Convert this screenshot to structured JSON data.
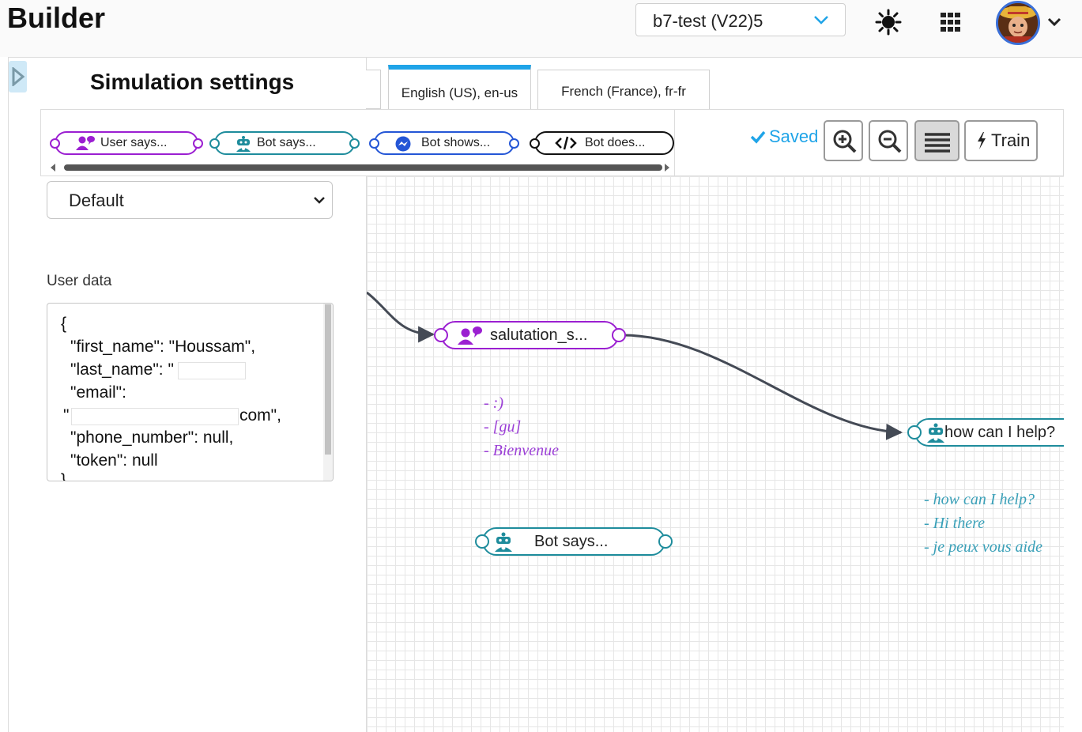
{
  "app": {
    "title": "Builder"
  },
  "header": {
    "bot_version": "b7-test (V22)5"
  },
  "panel": {
    "title": "Simulation settings"
  },
  "language_tabs": [
    {
      "label": "English (US), en-us",
      "active": true
    },
    {
      "label": "French (France), fr-fr",
      "active": false
    }
  ],
  "palette": [
    {
      "label": "User says...",
      "icon": "user-chat-icon",
      "color": "#9b1fd1"
    },
    {
      "label": "Bot says...",
      "icon": "robot-icon",
      "color": "#1e8c9c"
    },
    {
      "label": "Bot shows...",
      "icon": "messenger-icon",
      "color": "#2456d6"
    },
    {
      "label": "Bot does...",
      "icon": "code-icon",
      "color": "#111111"
    }
  ],
  "toolbar": {
    "saved_label": "Saved",
    "train_label": "Train",
    "saved_color": "#1fa4e8"
  },
  "profile_select": {
    "value": "Default"
  },
  "user_data": {
    "label": "User data",
    "lines": [
      "{",
      "\"first_name\": \"Houssam\",",
      "\"last_name\": \"",
      "\"email\":",
      "\"",
      "com\",",
      "\"phone_number\": null,",
      "\"token\": null",
      "}"
    ]
  },
  "canvas": {
    "nodes": [
      {
        "label": "salutation_s...",
        "type": "user-says",
        "color": "#9b1fd1"
      },
      {
        "label": "how can I help?",
        "type": "bot-says",
        "color": "#1e8c9c"
      },
      {
        "label": "Bot says...",
        "type": "bot-says",
        "color": "#1e8c9c"
      }
    ],
    "notes": {
      "salutation": [
        "- :)",
        "- [gu]",
        "- Bienvenue"
      ],
      "help": [
        "- how can I help?",
        "- Hi there",
        "- je peux vous aide"
      ]
    }
  }
}
